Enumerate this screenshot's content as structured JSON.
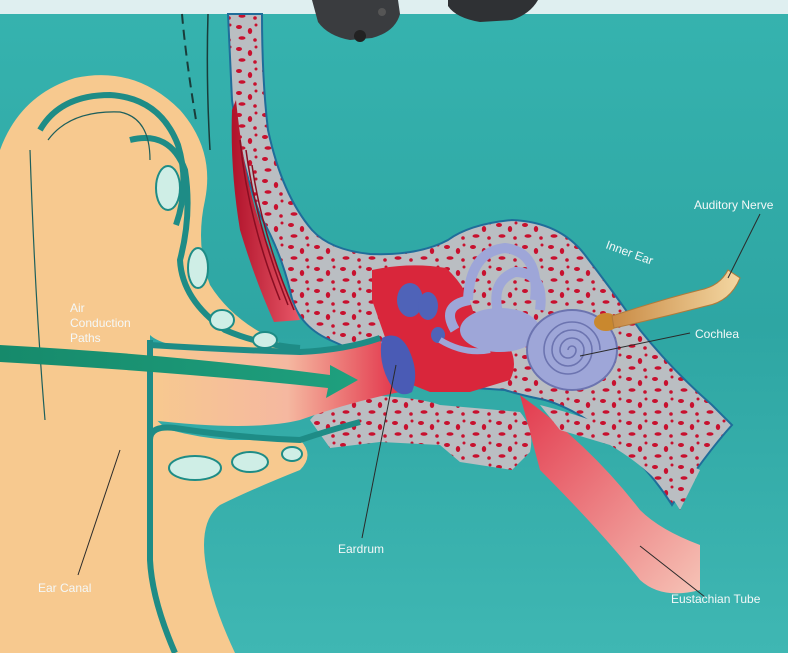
{
  "labels": {
    "air_conduction_line1": "Air",
    "air_conduction_line2": "Conduction",
    "air_conduction_line3": "Paths",
    "auditory_nerve": "Auditory Nerve",
    "inner_ear": "Inner Ear",
    "cochlea": "Cochlea",
    "eardrum": "Eardrum",
    "ear_canal": "Ear Canal",
    "eustachian_tube": "Eustachian Tube"
  },
  "colors": {
    "background": "#2fa9a6",
    "outer_ear": "#f7c98f",
    "outline": "#1e8c86",
    "bone": "#b8bcc0",
    "bone_pores": "#c8102e",
    "tissue_red": "#d9263b",
    "ossicles": "#4f63b8",
    "inner_ear_structures": "#9ea6d8",
    "nerve": "#e8b774",
    "arrow": "#178a6c"
  }
}
